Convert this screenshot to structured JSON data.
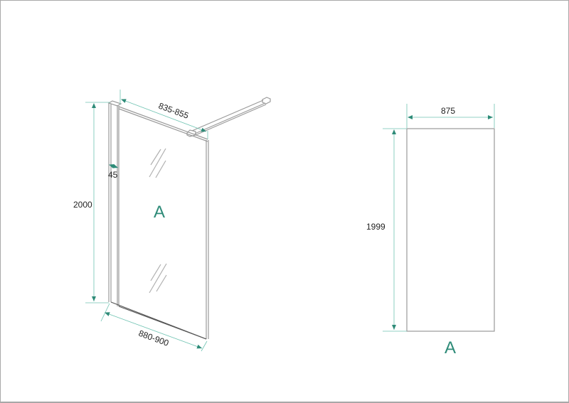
{
  "drawing": {
    "colors": {
      "outline": "#9a9a9a",
      "dimension_line": "#6fc3b2",
      "arrow": "#2e8b78",
      "label": "#2e8b78",
      "text": "#222222",
      "border": "#a8a8a8"
    },
    "isometric_view": {
      "panel_label": "A",
      "dimensions": {
        "height": "2000",
        "arm_length": "835-855",
        "profile_width": "45",
        "panel_width": "880-900"
      }
    },
    "front_view": {
      "panel_label": "A",
      "dimensions": {
        "width": "875",
        "height": "1999"
      }
    }
  }
}
